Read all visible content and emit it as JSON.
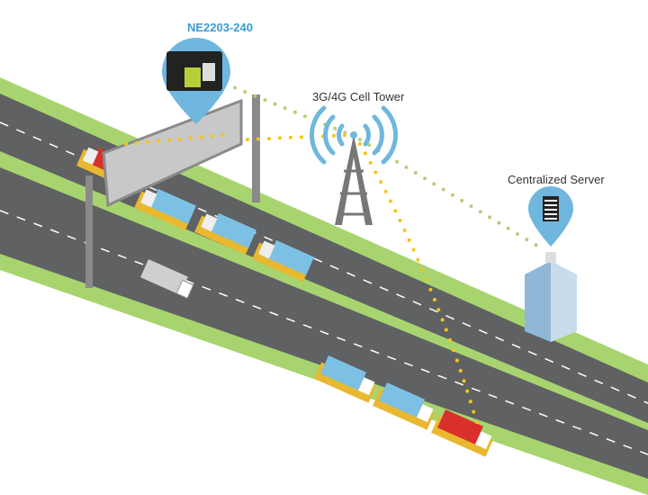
{
  "labels": {
    "device": "NE2203-240",
    "tower": "3G/4G Cell Tower",
    "server": "Centralized Server"
  },
  "colors": {
    "grass": "#a8d46f",
    "road": "#5f6163",
    "pin": "#6fb7de",
    "truck_blue": "#7cc1e4",
    "truck_red": "#d9302c",
    "truck_gray": "#cfcfcf",
    "signal_yellow": "#f5c518",
    "signal_green": "#b5cf7c",
    "label_blue": "#3a9bd1"
  }
}
